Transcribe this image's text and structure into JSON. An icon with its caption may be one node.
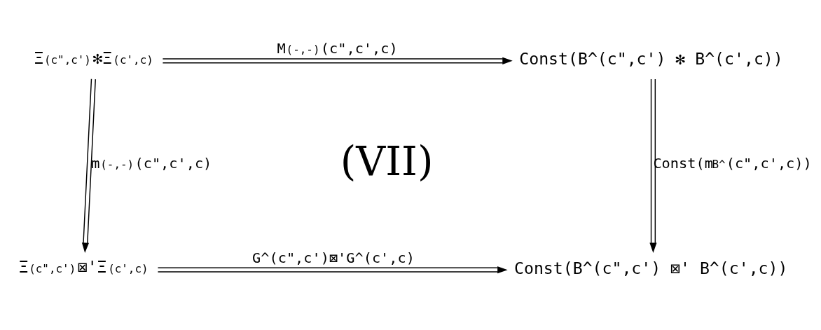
{
  "diagram": {
    "nodes": [
      {
        "text": [
          "Ξ$_{(c\",c')}$✻Ξ$_{(c',c)}$"
        ]
      },
      {
        "text": [
          "Const(B^(c\",c') ✻ B^(c',c))"
        ]
      },
      {
        "text": [
          "Ξ$_{(c\",c')}$⊠'Ξ$_{(c',c)}$"
        ]
      },
      {
        "text": [
          "Const(B^(c\",c') ⊠' B^(c',c))"
        ]
      }
    ],
    "edges": [
      {
        "from": 0,
        "to": 1,
        "arrow": "to",
        "label": "M$_{(-,-)}$(c\",c',c)"
      },
      {
        "from": 0,
        "to": 2,
        "arrow": "to",
        "label": "m$_{(-,-)}$(c\",c',c)"
      },
      {
        "from": 1,
        "to": 3,
        "arrow": "to",
        "label": "Const(m$_{B^}$(c\",c',c))"
      },
      {
        "from": 2,
        "to": 3,
        "arrow": "to",
        "label": "G^(c\",c')⊠'G^(c',c)"
      }
    ],
    "labels": [
      "(VII)"
    ]
  }
}
